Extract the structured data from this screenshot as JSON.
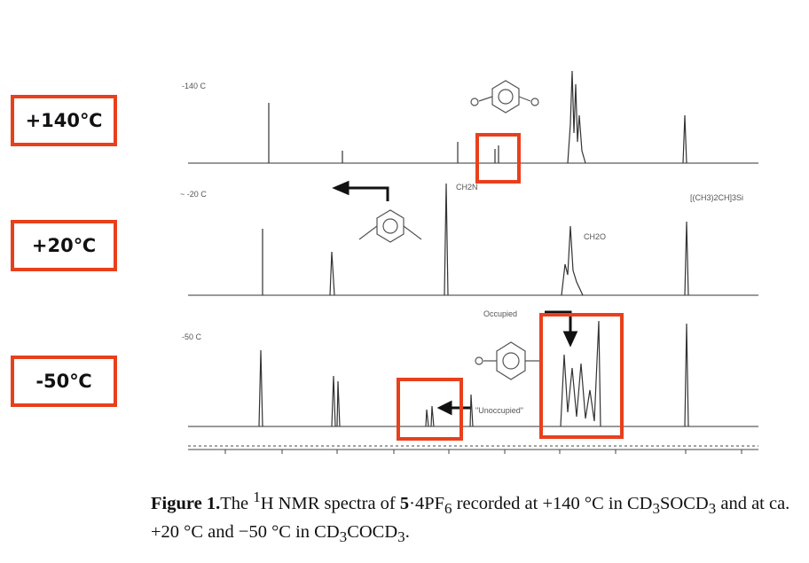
{
  "temperature_labels": [
    "+140℃",
    "+20℃",
    "-50℃"
  ],
  "spectrum_labels": {
    "t140": "-140 C",
    "t20": "~ -20 C",
    "t50": "-50 C"
  },
  "annotations": {
    "ch2n": "CH2N",
    "ch2o": "CH2O",
    "ipr": "[(CH3)2CH]3Si",
    "occupied": "Occupied",
    "unoccupied": "\"Unoccupied\""
  },
  "caption": {
    "figure": "Figure 1.",
    "text_a": "The ",
    "sup_1": "1",
    "text_b": "H NMR spectra of ",
    "compound": "5",
    "text_c": "·4PF",
    "sub_6": "6",
    "text_d": " recorded at +140 °C in CD",
    "sub_3a": "3",
    "text_e": "SOCD",
    "sub_3b": "3",
    "text_f": " and at ca. +20 °C and −50 °C in CD",
    "sub_3c": "3",
    "text_g": "COCD",
    "sub_3d": "3",
    "text_h": "."
  },
  "colors": {
    "highlight": "#e8401c",
    "spectrum": "#333333"
  }
}
